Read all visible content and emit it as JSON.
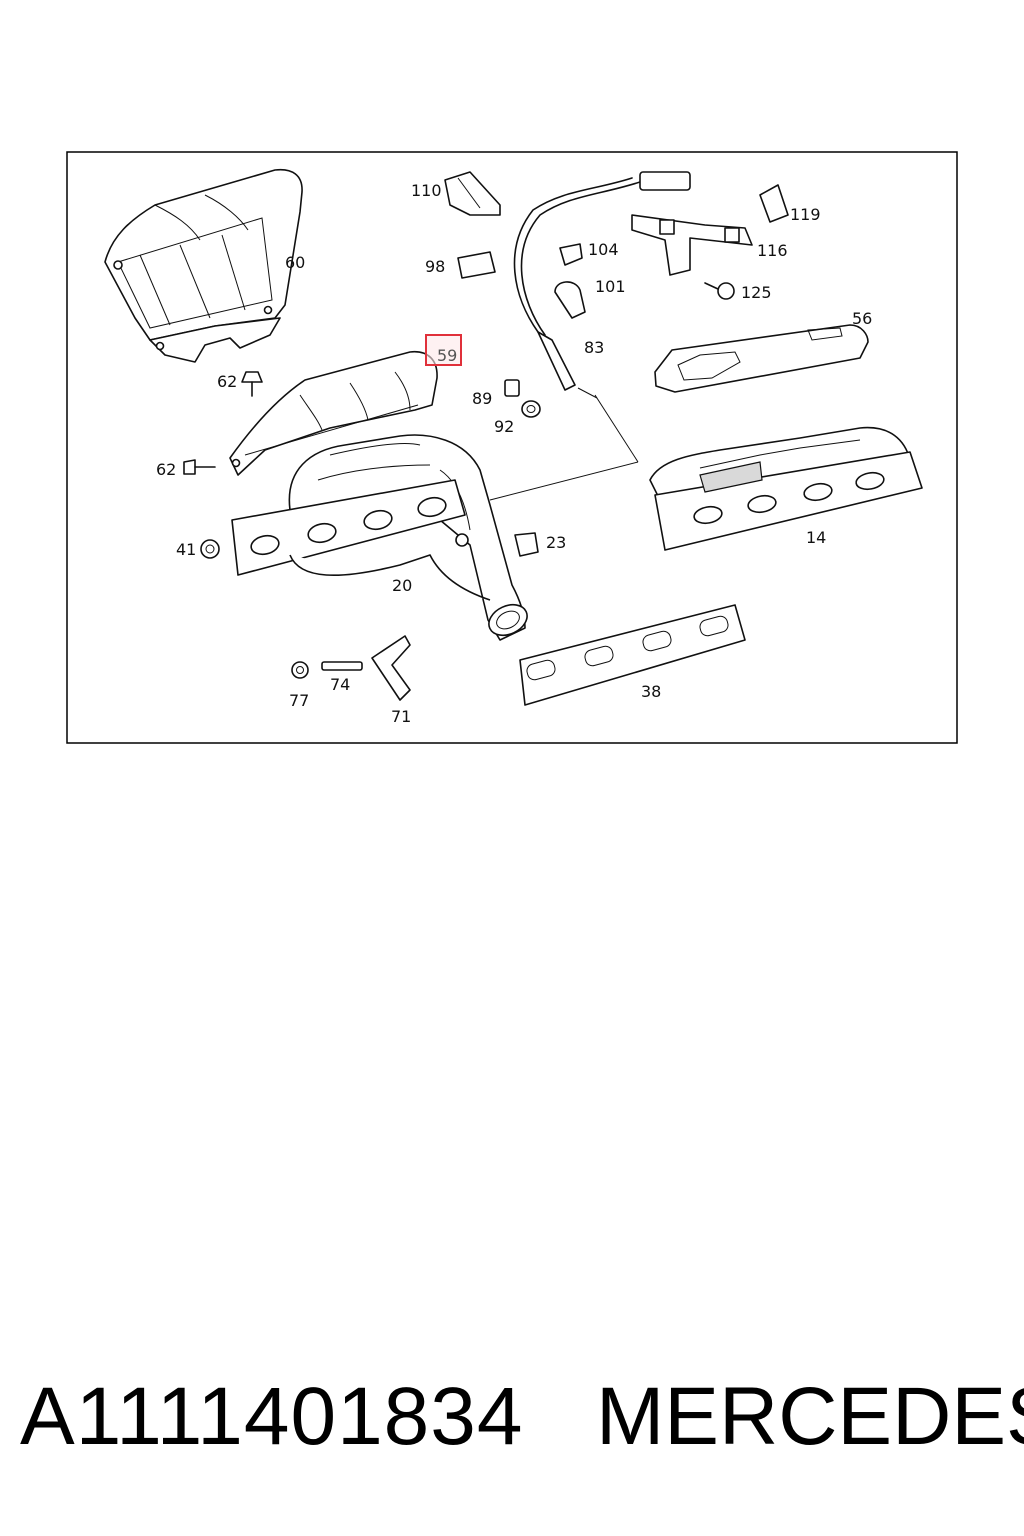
{
  "diagram": {
    "callouts": {
      "c110": "110",
      "c119": "119",
      "c60": "60",
      "c104": "104",
      "c116": "116",
      "c98": "98",
      "c101": "101",
      "c125": "125",
      "c56": "56",
      "c59": "59",
      "c83": "83",
      "c62a": "62",
      "c89": "89",
      "c92": "92",
      "c62b": "62",
      "c14": "14",
      "c41": "41",
      "c23": "23",
      "c20": "20",
      "c77": "77",
      "c74": "74",
      "c71": "71",
      "c38": "38"
    },
    "highlighted_part": "59",
    "highlight_color": "#e0303a",
    "highlight_fill": "#fde8ea"
  },
  "footer": {
    "part_number": "A1111401834",
    "brand": "MERCEDES"
  }
}
